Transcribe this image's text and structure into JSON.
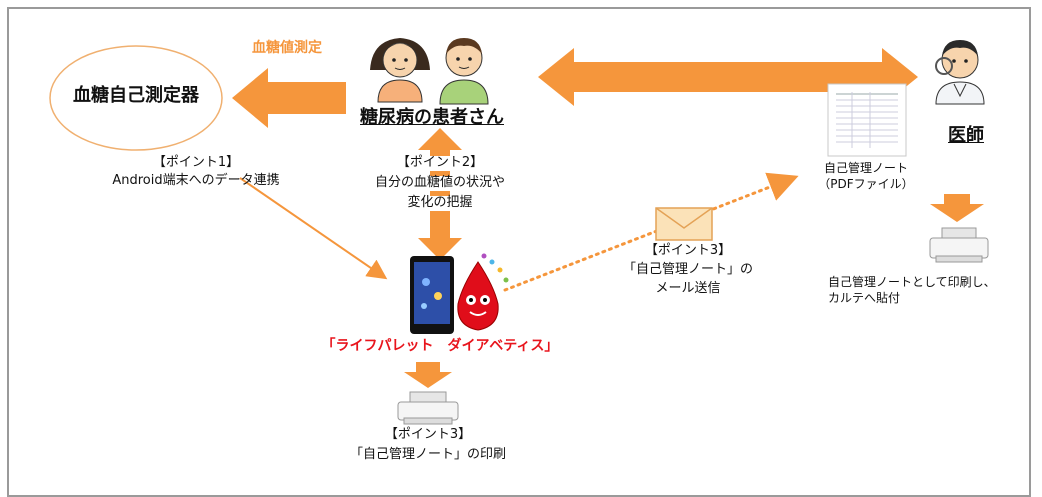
{
  "colors": {
    "accent": "#f5963c",
    "app_name": "#e8141c",
    "frame": "#9a9a9a"
  },
  "meter": {
    "label": "血糖自己測定器"
  },
  "measure_label": "血糖値測定",
  "patient": {
    "label": "糖尿病の患者さん"
  },
  "doctor": {
    "label": "医師"
  },
  "point1": {
    "title": "【ポイント1】",
    "desc": "Android端末へのデータ連携"
  },
  "point2": {
    "title": "【ポイント2】",
    "line1": "自分の血糖値の状況や",
    "line2": "変化の把握"
  },
  "point3_mail": {
    "title": "【ポイント3】",
    "line1": "「自己管理ノート」の",
    "line2": "メール送信"
  },
  "point3_print": {
    "title": "【ポイント3】",
    "desc": "「自己管理ノート」の印刷"
  },
  "app": {
    "name": "「ライフパレット　ダイアベティス」"
  },
  "pdf": {
    "line1": "自己管理ノート",
    "line2": "（PDFファイル）"
  },
  "doctor_print": {
    "line1": "自己管理ノートとして印刷し、",
    "line2": "カルテへ貼付"
  },
  "icons": [
    "patient-woman-icon",
    "patient-man-icon",
    "doctor-icon",
    "smartphone-icon",
    "blood-drop-mascot-icon",
    "envelope-icon",
    "printer-icon",
    "pdf-document-icon"
  ]
}
